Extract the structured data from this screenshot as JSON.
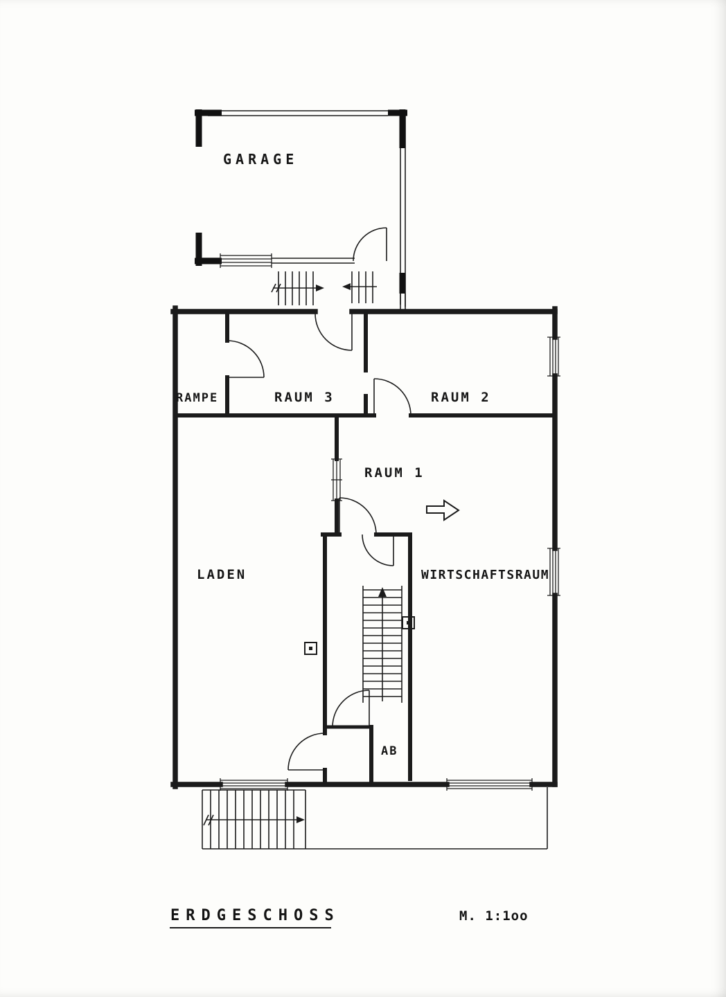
{
  "drawing": {
    "title": "ERDGESCHOSS",
    "scale": "M. 1:1oo"
  },
  "rooms": {
    "garage": "GARAGE",
    "rampe": "RAMPE",
    "raum3": "RAUM 3",
    "raum2": "RAUM 2",
    "raum1": "RAUM 1",
    "laden": "LADEN",
    "wirtschaftsraum": "WIRTSCHAFTSRAUM",
    "ab": "AB"
  },
  "colors": {
    "ink": "#1b1b1b",
    "paper": "#fdfdfb"
  }
}
